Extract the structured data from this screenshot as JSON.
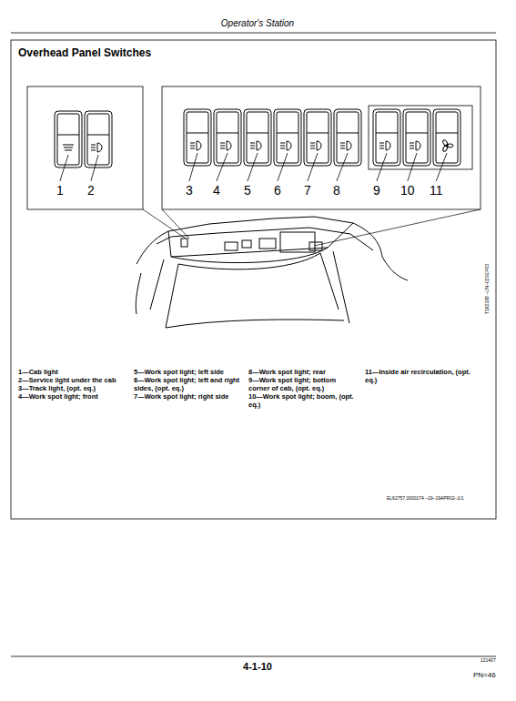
{
  "diagram": {
    "title": "Overhead Panel Switches",
    "labels": [
      "Operator's Station",
      "1",
      "2",
      "3",
      "4",
      "5",
      "6",
      "7",
      "8",
      "9",
      "10",
      "11",
      "1—Cab light",
      "2—Service light under the cab",
      "3—Track light, (opt. eq.)",
      "4—Work spot light; front",
      "5—Work spot light; left side",
      "6—Work spot light; left and right sides, (opt. eq.)",
      "7—Work spot light; right side",
      "8—Work spot light; rear",
      "9—Work spot light; bottom corner of cab, (opt. eq.)",
      "10—Work spot light; boom, (opt. eq.)",
      "11—Inside air recirculation, (opt. eq.)",
      "T162188 –UN–02SEP03",
      "EL62757,0000174 –19–19APR02–1/1",
      "4-1-10",
      "121407",
      "PN=46"
    ]
  }
}
